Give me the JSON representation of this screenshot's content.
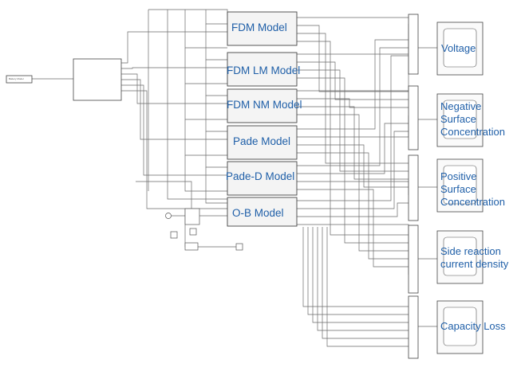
{
  "source_block": "Battery Model",
  "models": [
    {
      "label": "FDM Model"
    },
    {
      "label": "FDM LM Model"
    },
    {
      "label": "FDM NM Model"
    },
    {
      "label": "Pade Model"
    },
    {
      "label": "Pade-D Model"
    },
    {
      "label": "O-B Model"
    }
  ],
  "scopes": [
    {
      "label": "Voltage"
    },
    {
      "label_lines": [
        "Negative",
        "Surface",
        "Concentration"
      ]
    },
    {
      "label_lines": [
        "Positive",
        "Surface",
        "Concentration"
      ]
    },
    {
      "label_lines": [
        "Side reaction",
        "current density"
      ]
    },
    {
      "label": "Capacity Loss"
    }
  ],
  "colors": {
    "label_blue": "#1f5fa8",
    "wire": "#555555",
    "block_border": "#444444"
  }
}
